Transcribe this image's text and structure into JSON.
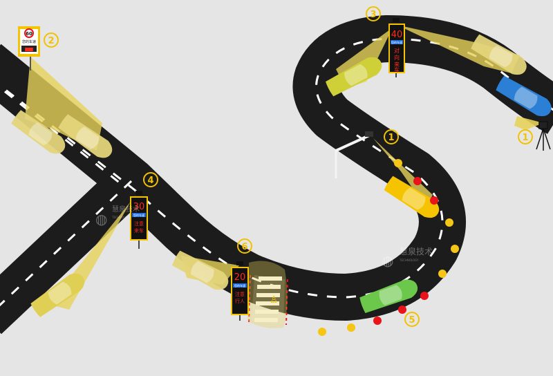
{
  "colors": {
    "background": "#e5e5e5",
    "road": "#1c1c1c",
    "lane_dash": "#ffffff",
    "sign_yellow": "#f5c400",
    "led_red": "#ff2a1a",
    "beam": "#e6d25a",
    "marker_circle": "#f2c200",
    "dot_red": "#e8141a",
    "dot_yellow": "#f5c518",
    "car_yellow": "#d8c35a",
    "car_blue": "#2b7fd4",
    "car_green": "#5fc14a"
  },
  "markers": {
    "m1a": "1",
    "m1b": "1",
    "m2": "2",
    "m3": "3",
    "m4": "4",
    "m5": "5",
    "m6": "6"
  },
  "signs": {
    "s60": {
      "speed": "60",
      "caption": "您的车速",
      "icon": "speed-limit-sign"
    },
    "s40": {
      "speed": "40",
      "caption": "您的车速",
      "message": "对向来车"
    },
    "s30": {
      "speed": "30",
      "caption": "您的车速",
      "message": "注意来车"
    },
    "s20": {
      "speed": "20",
      "caption": "您的车速",
      "message": "注意行人"
    }
  },
  "watermark": {
    "cn": "慧泉技术",
    "en": "TECHNOLOGY"
  }
}
